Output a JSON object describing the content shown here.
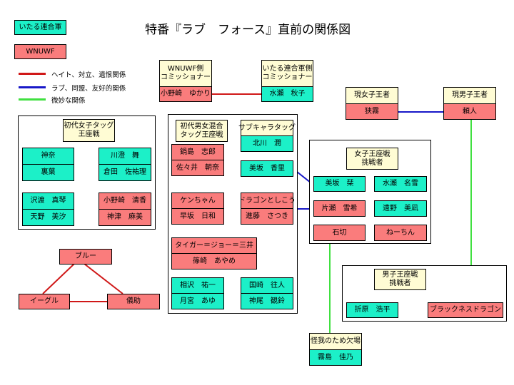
{
  "title": "特番『ラブ　フォース』直前の関係図",
  "legend": {
    "groups": [
      {
        "label": "いたる連合軍",
        "color": "#1cf0c8"
      },
      {
        "label": "WNUWF",
        "color": "#fa7c7c"
      }
    ],
    "lines": [
      {
        "label": "ヘイト、対立、遺恨関係",
        "color": "#e01818"
      },
      {
        "label": "ラブ、同盟、友好的関係",
        "color": "#1818c8"
      },
      {
        "label": "微妙な関係",
        "color": "#40e040"
      }
    ]
  },
  "commissioners": {
    "wnuwf": {
      "header": [
        "WNUWF側",
        "コミッショナー"
      ],
      "name": "小野崎　ゆかり"
    },
    "itaru": {
      "header": [
        "いたる連合軍側",
        "コミッショナー"
      ],
      "name": "水瀬　秋子"
    }
  },
  "champions": {
    "women": {
      "header": "現女子王者",
      "name": "狭霧"
    },
    "men": {
      "header": "現男子王者",
      "name": "頼人"
    }
  },
  "womens_tag": {
    "header": [
      "初代女子タッグ",
      "王座戦"
    ],
    "teams": [
      [
        "神奈",
        "裏葉"
      ],
      [
        "川澄　舞",
        "倉田　佐祐理"
      ],
      [
        "沢渡　真琴",
        "天野　美汐"
      ],
      [
        "小野崎　清香",
        "神津　麻美"
      ]
    ]
  },
  "mixed_tag": {
    "header": [
      "初代男女混合",
      "タッグ王座戦"
    ],
    "teams": [
      [
        "鍋島　志郎",
        "佐々井　朝奈"
      ],
      [
        "ケンちゃん",
        "早坂　日和"
      ],
      [
        "ドラゴンとしこう",
        "進藤　さつき"
      ],
      [
        "タイガー＝ジョー＝三井",
        "篠崎　あやめ"
      ],
      [
        "相沢　祐一",
        "月宮　あゆ"
      ],
      [
        "国崎　往人",
        "神尾　観鈴"
      ]
    ]
  },
  "sub_chara": {
    "header": "サブキャラタッグ",
    "members": [
      "北川　潤",
      "美坂　香里"
    ]
  },
  "womens_challengers": {
    "header": [
      "女子王座戦",
      "挑戦者"
    ],
    "members": [
      "美坂　栞",
      "水瀬　名雪",
      "片瀬　雪希",
      "遠野　美凪",
      "石切",
      "ねーちん"
    ]
  },
  "mens_challengers": {
    "header": [
      "男子王座戦",
      "挑戦者"
    ],
    "members": [
      "折原　浩平",
      "ブラックネスドラゴン"
    ]
  },
  "absent": {
    "header": "怪我のため欠場",
    "name": "霧島　佳乃"
  },
  "triangle": [
    "ブルー",
    "イーグル",
    "儀助"
  ]
}
